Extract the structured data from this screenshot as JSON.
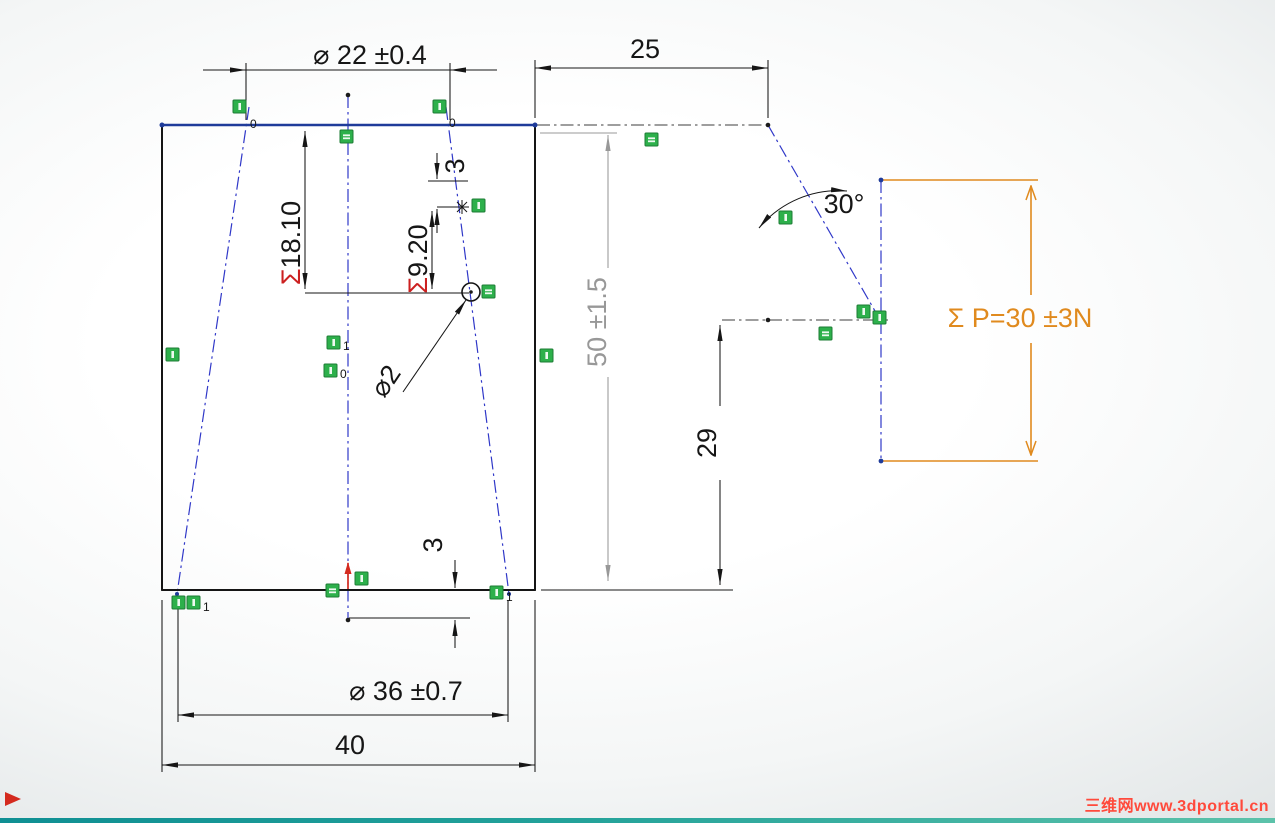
{
  "viewport": {
    "watermark": "三维网www.3dportal.cn"
  },
  "dimensions": {
    "dia_top": "⌀ 22 ±0.4",
    "offset_25": "25",
    "sum_18": {
      "sigma": "Σ",
      "value": "18.10"
    },
    "sum_9": {
      "sigma": "Σ",
      "value": "9.20"
    },
    "gap_top": "3",
    "dia_hole": "⌀2",
    "height_50": "50 ±1.5",
    "angle_30": "30°",
    "height_29": "29",
    "force": "Σ P=30 ±3N",
    "gap_bottom": "3",
    "dia_bottom": "⌀ 36 ±0.7",
    "width_40": "40"
  },
  "relations": {
    "sub_top_left": "0",
    "sub_top_right": "0",
    "sub_mid_upper": "1",
    "sub_mid_lower": "0",
    "sub_bottom_left": "1",
    "sub_bottom_right": "1"
  },
  "colors": {
    "sketch_black": "#151515",
    "dim_black": "#161616",
    "edge_blue": "#1f3b9a",
    "construction_blue": "#3038c8",
    "driven_gray": "#989898",
    "relation_green": "#2db04b",
    "relation_border": "#1d7c35",
    "sigma_red": "#cc2020",
    "force_orange": "#e08a1e",
    "origin_red": "#d42a1e",
    "watermark_red": "#ff4a3c",
    "statusbar_teal": "#1b9e98"
  }
}
